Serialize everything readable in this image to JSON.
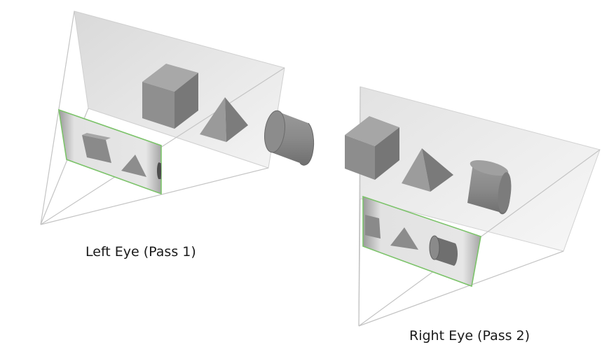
{
  "captions": {
    "left_eye": "Left Eye (Pass 1)",
    "right_eye": "Right Eye (Pass 2)"
  },
  "colors": {
    "frustum_line": "#c8c8c8",
    "far_plane": "#e4e4e4",
    "image_border": "#7cc36a",
    "shape_top": "#a9a9a9",
    "shape_front": "#8e8e8e",
    "shape_side": "#777777"
  },
  "scene_objects": [
    "cube",
    "pyramid",
    "cylinder"
  ]
}
